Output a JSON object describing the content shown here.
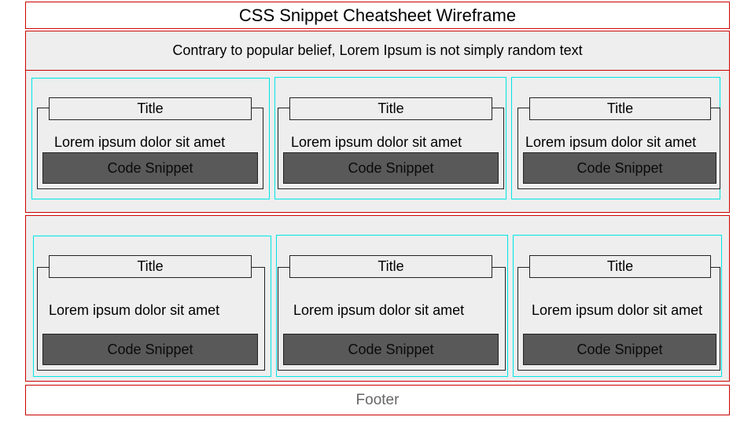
{
  "header": {
    "title": "CSS Snippet Cheatsheet Wireframe"
  },
  "intro": {
    "text": "Contrary to popular belief, Lorem Ipsum is not simply random text"
  },
  "rows": [
    {
      "cards": [
        {
          "title": "Title",
          "body": "Lorem ipsum dolor sit amet",
          "snippet": "Code Snippet"
        },
        {
          "title": "Title",
          "body": "Lorem ipsum dolor sit amet",
          "snippet": "Code Snippet"
        },
        {
          "title": "Title",
          "body": "Lorem ipsum dolor sit amet",
          "snippet": "Code Snippet"
        }
      ]
    },
    {
      "cards": [
        {
          "title": "Title",
          "body": "Lorem ipsum dolor sit amet",
          "snippet": "Code Snippet"
        },
        {
          "title": "Title",
          "body": "Lorem ipsum dolor sit amet",
          "snippet": "Code Snippet"
        },
        {
          "title": "Title",
          "body": "Lorem ipsum dolor sit amet",
          "snippet": "Code Snippet"
        }
      ]
    }
  ],
  "footer": {
    "text": "Footer"
  },
  "colors": {
    "frame_border": "#cc0000",
    "cell_border": "#00e5e5",
    "panel_fill": "#eeeeee",
    "snippet_fill": "#595959",
    "footer_text": "#666666"
  }
}
